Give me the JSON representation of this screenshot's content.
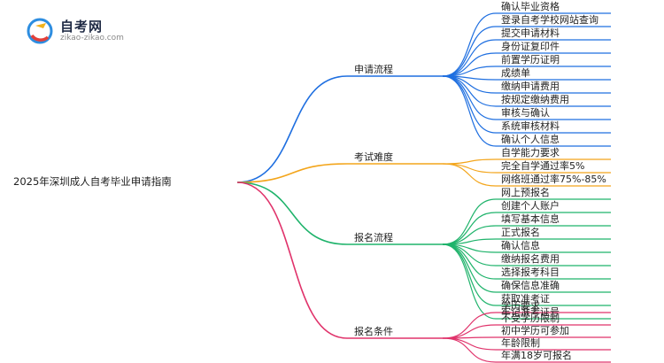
{
  "logo": {
    "title": "自考网",
    "subtitle": "zikao-zikao.com"
  },
  "root": "2025年深圳成人自考毕业申请指南",
  "colors": {
    "apply": "#1f6fe0",
    "difficulty": "#f3a51b",
    "register": "#1fb36b",
    "conditions": "#e0336b"
  },
  "branches": [
    {
      "label": "申请流程",
      "items": [
        "确认毕业资格",
        "登录自考学校网站查询",
        "提交申请材料",
        "身份证复印件",
        "前置学历证明",
        "成绩单",
        "缴纳申请费用",
        "按规定缴纳费用",
        "审核与确认",
        "系统审核材料",
        "确认个人信息"
      ]
    },
    {
      "label": "考试难度",
      "items": [
        "自学能力要求",
        "完全自学通过率5%",
        "网络班通过率75%-85%"
      ]
    },
    {
      "label": "报名流程",
      "items": [
        "网上预报名",
        "创建个人账户",
        "填写基本信息",
        "正式报名",
        "确认信息",
        "缴纳报名费用",
        "选择报考科目",
        "确保信息准确",
        "获取准考证",
        "牢记准考证号"
      ]
    },
    {
      "label": "报名条件",
      "items": [
        "学历要求",
        "不受学历限制",
        "初中学历可参加",
        "年龄限制",
        "年满18岁可报名"
      ]
    }
  ]
}
